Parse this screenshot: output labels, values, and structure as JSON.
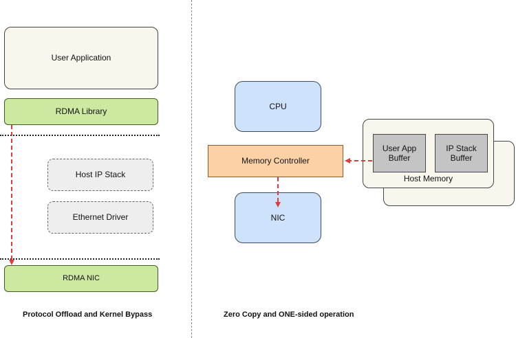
{
  "left": {
    "user_application": "User Application",
    "rdma_library": "RDMA Library",
    "host_ip_stack": "Host IP Stack",
    "ethernet_driver": "Ethernet Driver",
    "rdma_nic": "RDMA NIC",
    "caption": "Protocol Offload and Kernel Bypass"
  },
  "right": {
    "cpu": "CPU",
    "memory_controller": "Memory Controller",
    "nic": "NIC",
    "user_app_buffer": "User App\nBuffer",
    "ip_stack_buffer": "IP Stack\nBuffer",
    "host_memory": "Host Memory",
    "caption": "Zero Copy and ONE-sided operation"
  },
  "colors": {
    "arrow": "#e03c3c",
    "green": "#cde8a1",
    "blue": "#cfe2fb",
    "orange": "#fdd1a6",
    "gray": "#c4c4c4",
    "cream": "#f9f7ed"
  }
}
